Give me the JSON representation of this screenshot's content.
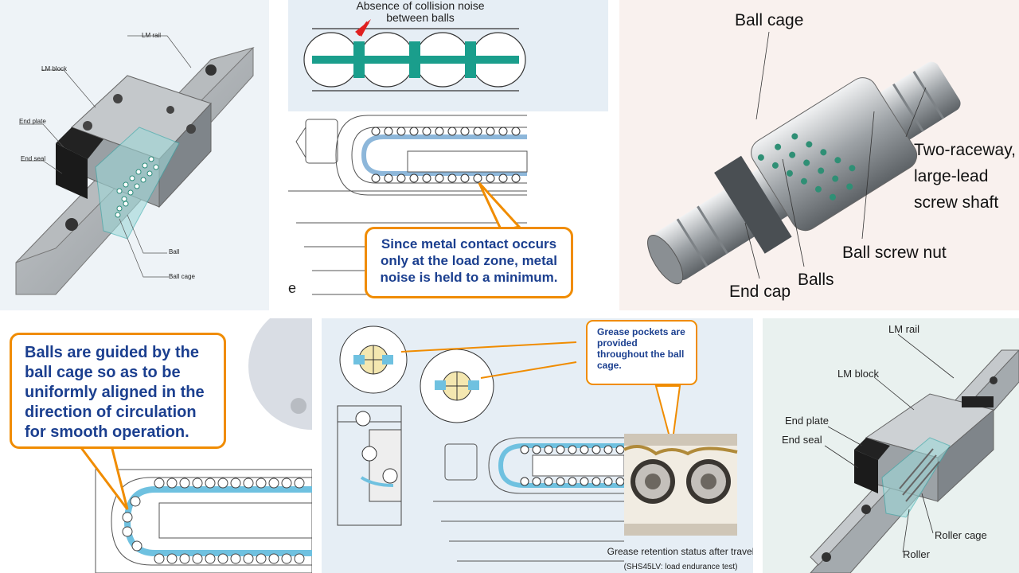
{
  "panels": {
    "lm_guide_ball": {
      "labels": {
        "lm_rail": "LM rail",
        "lm_block": "LM block",
        "end_plate": "End plate",
        "end_seal": "End seal",
        "ball": "Ball",
        "ball_cage": "Ball cage"
      }
    },
    "collision_noise": {
      "title_line1": "Absence of collision noise",
      "title_line2": "between balls",
      "callout": "Since metal contact occurs only at the load zone, metal noise is held to a minimum.",
      "edge_letter": "e"
    },
    "ball_screw": {
      "labels": {
        "ball_cage": "Ball cage",
        "two_raceway_line1": "Two-raceway,",
        "two_raceway_line2": "large-lead",
        "two_raceway_line3": "screw shaft",
        "ball_screw_nut": "Ball screw nut",
        "balls": "Balls",
        "end_cap": "End cap"
      }
    },
    "guided_balls": {
      "callout": "Balls are guided by the ball cage so as to be uniformly aligned in the direction of circulation for smooth operation."
    },
    "grease": {
      "callout": "Grease pockets are provided throughout the ball cage.",
      "caption_line1": "Grease retention status after travel",
      "caption_line2": "(SHS45LV: load endurance test)"
    },
    "lm_guide_roller": {
      "labels": {
        "lm_rail": "LM rail",
        "lm_block": "LM block",
        "end_plate": "End plate",
        "end_seal": "End seal",
        "roller_cage": "Roller cage",
        "roller": "Roller"
      }
    }
  },
  "colors": {
    "callout_border": "#f08c00",
    "callout_text": "#1b3f8f",
    "cage_teal": "#1a9e8c",
    "cage_light_blue": "#9fd3e6"
  }
}
